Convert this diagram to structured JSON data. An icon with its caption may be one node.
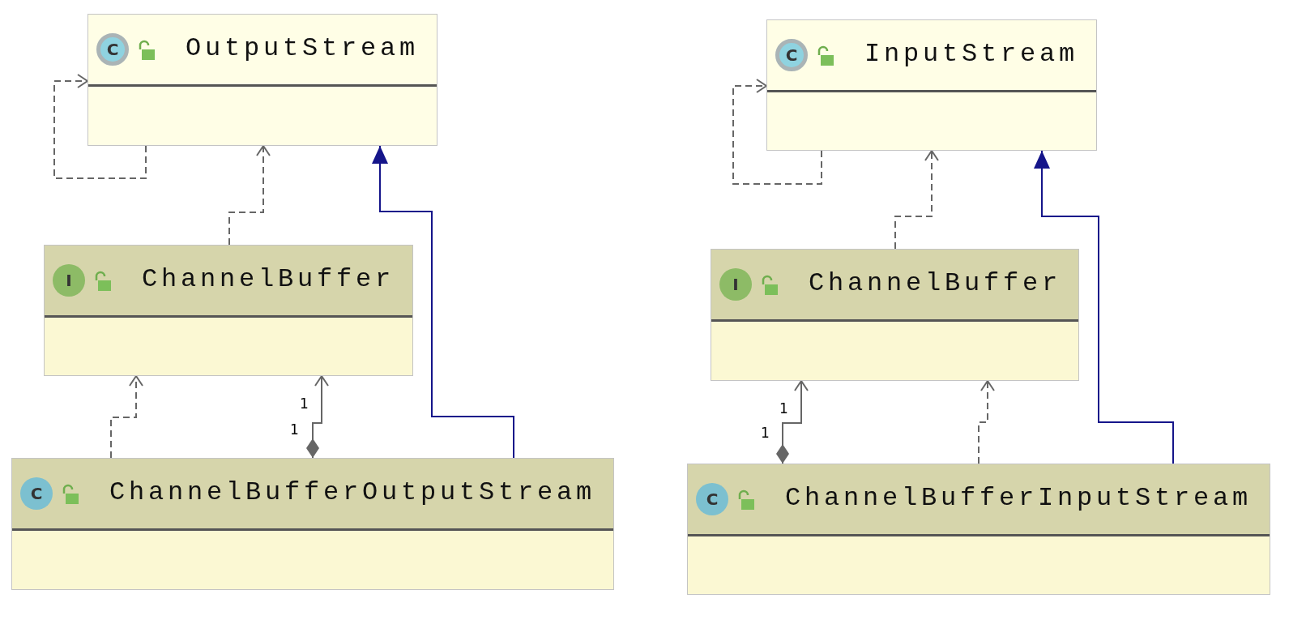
{
  "diagram": {
    "nodes": [
      {
        "text": [
          "C",
          "OutputStream"
        ]
      },
      {
        "text": [
          "I",
          "ChannelBuffer"
        ]
      },
      {
        "text": [
          "C",
          "ChannelBufferOutputStream"
        ]
      },
      {
        "text": [
          "C",
          "InputStream"
        ]
      },
      {
        "text": [
          "I",
          "ChannelBuffer"
        ]
      },
      {
        "text": [
          "C",
          "ChannelBufferInputStream"
        ]
      }
    ],
    "edges": [
      {
        "from": 0,
        "to": 0,
        "arrow": "to",
        "style": "dashed"
      },
      {
        "from": 1,
        "to": 0,
        "arrow": "to",
        "style": "dashed"
      },
      {
        "from": 2,
        "to": 0,
        "arrow": "to",
        "color": "#15158a"
      },
      {
        "from": 2,
        "to": 1,
        "arrow": "to",
        "style": "dashed"
      },
      {
        "from": 2,
        "to": 1,
        "arrow": "to"
      },
      {
        "from": 3,
        "to": 3,
        "arrow": "to",
        "style": "dashed"
      },
      {
        "from": 4,
        "to": 3,
        "arrow": "to",
        "style": "dashed"
      },
      {
        "from": 5,
        "to": 3,
        "arrow": "to",
        "color": "#15158a"
      },
      {
        "from": 5,
        "to": 4,
        "arrow": "to",
        "style": "dashed"
      },
      {
        "from": 5,
        "to": 4,
        "arrow": "to"
      }
    ],
    "labels": [
      "1",
      "1",
      "1",
      "1"
    ]
  }
}
